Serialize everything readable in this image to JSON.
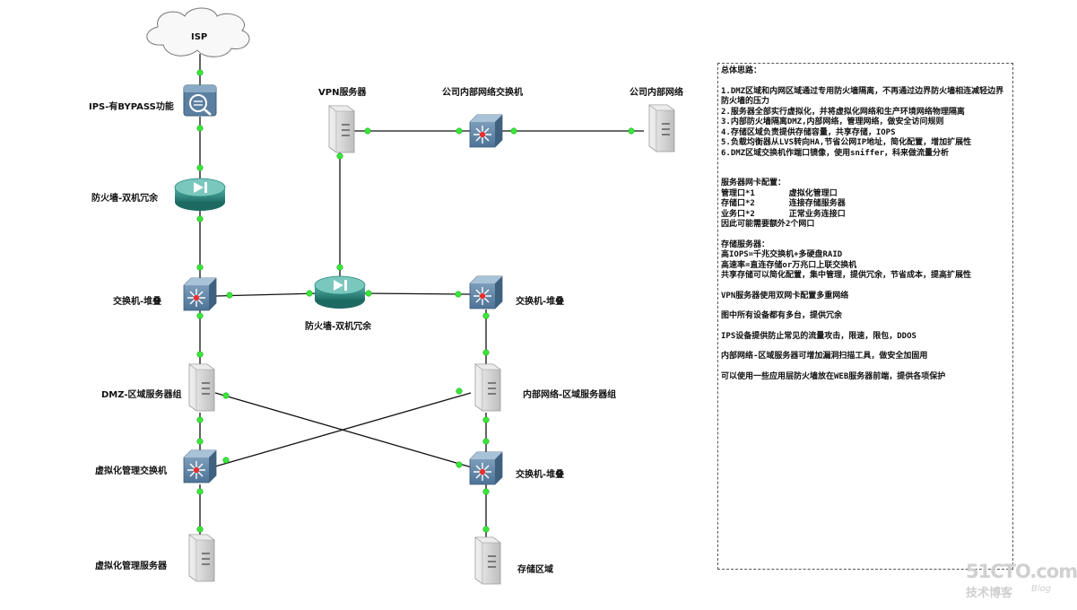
{
  "nodes": {
    "isp": "ISP",
    "ips": "IPS-有BYPASS功能",
    "fw_left": "防火墙-双机冗余",
    "sw_left": "交换机-堆叠",
    "fw_mid": "防火墙-双机冗余",
    "sw_right": "交换机-堆叠",
    "vpn": "VPN服务器",
    "core_sw": "公司内部网络交换机",
    "internal_net": "公司内部网络",
    "dmz_servers": "DMZ-区域服务器组",
    "internal_servers": "内部网络-区域服务器组",
    "virt_sw": "虚拟化管理交换机",
    "storage_sw": "交换机-堆叠",
    "virt_server": "虚拟化管理服务器",
    "storage": "存储区域"
  },
  "notes": {
    "title": "总体思路：",
    "items": [
      "1.DMZ区域和内网区域通过专用防火墙隔离，不再通过边界防火墙相连减轻边界防火墙的压力",
      "2.服务器全部实行虚拟化，并将虚拟化网络和生产环境网络物理隔离",
      "3.内部防火墙隔离DMZ,内部网络，管理网络，做安全访问规则",
      "4.存储区域负责提供存储容量，共享存储，IOPS",
      "5.负载均衡器从LVS转向HA,节省公网IP地址，简化配置，增加扩展性",
      "6.DMZ区域交换机作端口镜像，使用sniffer，科来做流量分析"
    ],
    "nic_title": "服务器网卡配置：",
    "nic_rows": [
      "管理口*1       虚拟化管理口",
      "存储口*2       连接存储服务器",
      "业务口*2       正常业务连接口",
      "因此可能需要额外2个网口"
    ],
    "storage_title": "存储服务器：",
    "storage_rows": [
      "高IOPS=千兆交换机+多硬盘RAID",
      "高速率=直连存储or万兆口上联交换机",
      "共享存储可以简化配置，集中管理，提供冗余，节省成本，提高扩展性"
    ],
    "extra": [
      "VPN服务器使用双网卡配置多重网络",
      "图中所有设备都有多台，提供冗余",
      "IPS设备提供防止常见的流量攻击，限速，限包，DDOS",
      "内部网络-区域服务器可增加漏洞扫描工具，做安全加固用",
      "可以使用一些应用层防火墙放在WEB服务器前端，提供各项保护"
    ]
  },
  "watermark": {
    "brand": "51CTO.com",
    "sub": "技术博客",
    "blog": "Blog"
  },
  "colors": {
    "link_dot": "#39e639",
    "switch_body": "#5b7fa0",
    "firewall_body": "#2a8a80",
    "server_body": "#d4d4d4"
  }
}
